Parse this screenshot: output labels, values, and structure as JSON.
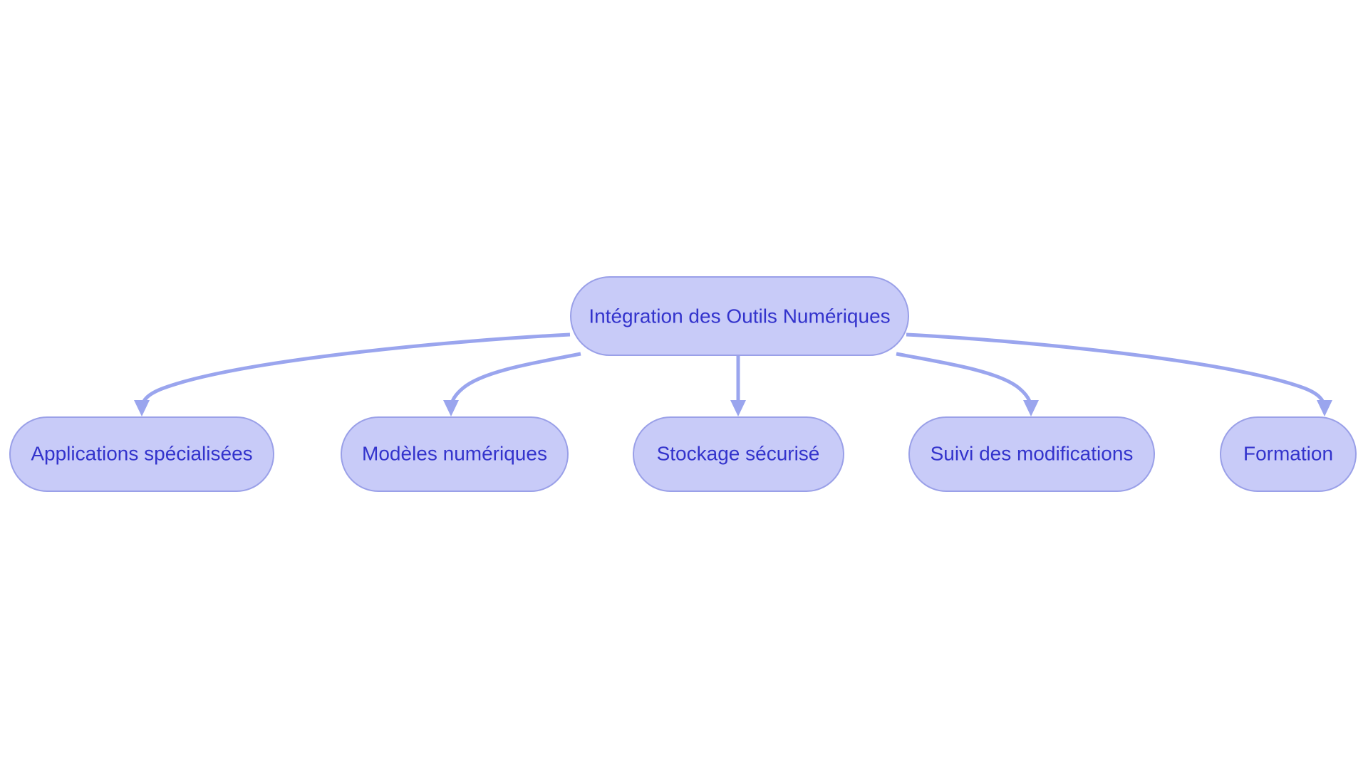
{
  "diagram": {
    "type": "flowchart",
    "direction": "top-down",
    "background_color": "#ffffff",
    "node_fill_color": "#c8cbf8",
    "node_border_color": "#9aa0e8",
    "node_text_color": "#3333cc",
    "edge_color": "#9aa5ee",
    "root": {
      "id": "root",
      "label": "Intégration des Outils Numériques"
    },
    "children": [
      {
        "id": "n1",
        "label": "Applications spécialisées"
      },
      {
        "id": "n2",
        "label": "Modèles numériques"
      },
      {
        "id": "n3",
        "label": "Stockage sécurisé"
      },
      {
        "id": "n4",
        "label": "Suivi des modifications"
      },
      {
        "id": "n5",
        "label": "Formation"
      }
    ],
    "edges": [
      {
        "from": "root",
        "to": "n1"
      },
      {
        "from": "root",
        "to": "n2"
      },
      {
        "from": "root",
        "to": "n3"
      },
      {
        "from": "root",
        "to": "n4"
      },
      {
        "from": "root",
        "to": "n5"
      }
    ]
  }
}
